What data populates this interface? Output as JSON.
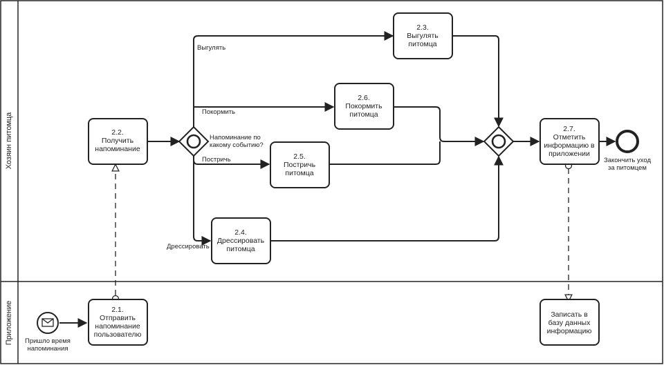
{
  "lanes": [
    {
      "label": "Хозяин питомца"
    },
    {
      "label": "Приложение"
    }
  ],
  "tasks": {
    "t22": [
      "2.2.",
      "Получить",
      "напоминание"
    ],
    "t23": [
      "2.3.",
      "Выгулять",
      "питомца"
    ],
    "t26": [
      "2.6.",
      "Покормить",
      "питомца"
    ],
    "t25": [
      "2.5.",
      "Постричь",
      "питомца"
    ],
    "t24": [
      "2.4.",
      "Дрессировать",
      "питомца"
    ],
    "t27": [
      "2.7.",
      "Отметить",
      "информацию в",
      "приложении"
    ],
    "t21": [
      "2.1.",
      "Отправить",
      "напоминание",
      "пользователю"
    ],
    "tdb": [
      "Записать в",
      "базу данных",
      "информацию"
    ]
  },
  "gateway_question": [
    "Напоминание по",
    "какому событию?"
  ],
  "flow_labels": {
    "walk": "Выгулять",
    "feed": "Покормить",
    "cut": "Постричь",
    "train": "Дрессировать"
  },
  "events": {
    "start": [
      "Пришло время",
      "напоминания"
    ],
    "end": [
      "Закончить уход",
      "за питомцем"
    ]
  },
  "icons": {
    "start": "envelope-icon",
    "gateway": "exclusive-gateway-icon",
    "end": "end-event-icon"
  }
}
